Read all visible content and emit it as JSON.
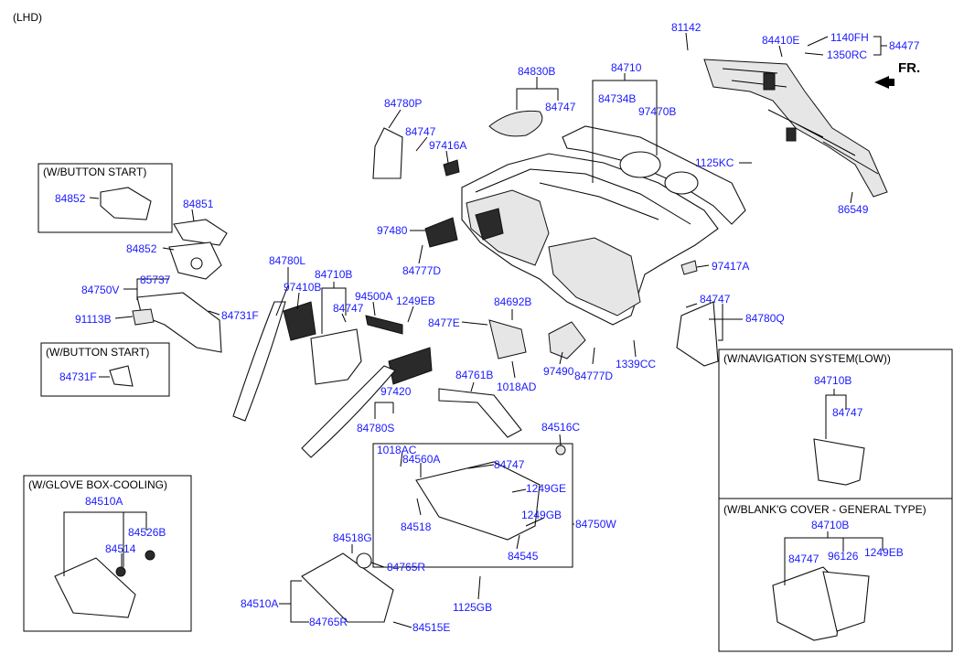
{
  "header": {
    "variant": "(LHD)",
    "direction": "FR."
  },
  "insets": {
    "button_start_1": "(W/BUTTON START)",
    "button_start_2": "(W/BUTTON START)",
    "glove_box_cooling": "(W/GLOVE BOX-COOLING)",
    "navigation": "(W/NAVIGATION SYSTEM(LOW))",
    "blanking_cover": "(W/BLANK'G COVER - GENERAL TYPE)"
  },
  "parts": {
    "p81142": "81142",
    "p84410E": "84410E",
    "p1140FH": "1140FH",
    "p1350RC": "1350RC",
    "p84477": "84477",
    "p84830B": "84830B",
    "p84747_top": "84747",
    "p84710": "84710",
    "p84734B": "84734B",
    "p97470B": "97470B",
    "p84780P": "84780P",
    "p84747_p": "84747",
    "p97416A": "97416A",
    "p1125KC": "1125KC",
    "p86549": "86549",
    "p84852_a": "84852",
    "p84851": "84851",
    "p84852_b": "84852",
    "p97480": "97480",
    "p84777D_a": "84777D",
    "p97417A": "97417A",
    "p84780L": "84780L",
    "p84710B": "84710B",
    "p97410B": "97410B",
    "p94500A": "94500A",
    "p1249EB": "1249EB",
    "p84747_mid": "84747",
    "p85737": "85737",
    "p84750V": "84750V",
    "p91113B": "91113B",
    "p84731F": "84731F",
    "p84692B": "84692B",
    "p8477E": "8477E",
    "p84747_r": "84747",
    "p84780Q": "84780Q",
    "p84731F_ins": "84731F",
    "p97490": "97490",
    "p84777D_b": "84777D",
    "p1339CC": "1339CC",
    "p1018AD": "1018AD",
    "p84761B": "84761B",
    "p97420": "97420",
    "p84780S": "84780S",
    "p84516C": "84516C",
    "p1018AC": "1018AC",
    "p84560A": "84560A",
    "p84747_g": "84747",
    "p1249GE": "1249GE",
    "p1249GB": "1249GB",
    "p84518": "84518",
    "p84545": "84545",
    "p84750W": "84750W",
    "p1125GB": "1125GB",
    "p84518G": "84518G",
    "p84765R_a": "84765R",
    "p84510A": "84510A",
    "p84765R_b": "84765R",
    "p84515E": "84515E",
    "p84510A_ins": "84510A",
    "p84526B": "84526B",
    "p84514": "84514",
    "p84710B_nav": "84710B",
    "p84747_nav": "84747",
    "p84710B_gen": "84710B",
    "p84747_gen": "84747",
    "p96126": "96126",
    "p1249EB_gen": "1249EB"
  }
}
